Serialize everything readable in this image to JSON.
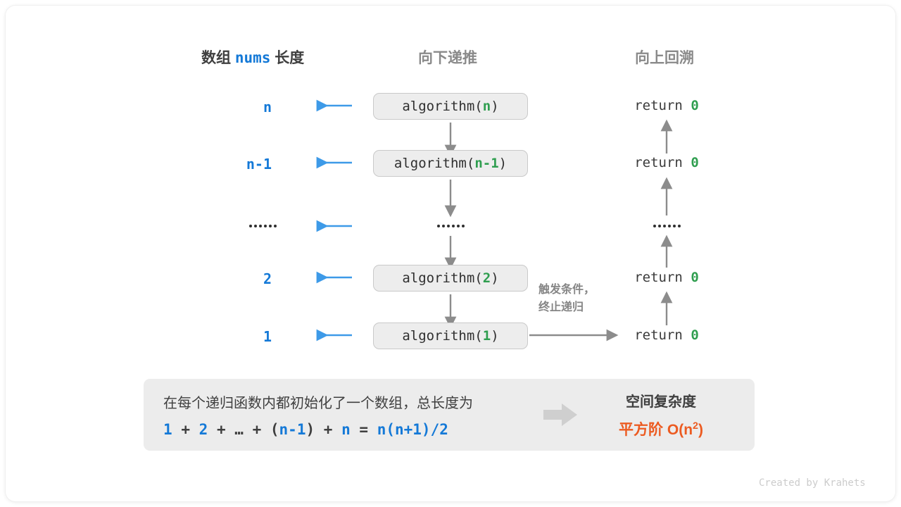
{
  "headers": {
    "left_prefix": "数组",
    "left_keyword": "nums",
    "left_suffix": "长度",
    "middle": "向下递推",
    "right": "向上回溯"
  },
  "rows": [
    {
      "length": "n",
      "call_name": "algorithm",
      "call_arg": "n",
      "return_text": "return",
      "return_value": "0",
      "is_ellipsis": false
    },
    {
      "length": "n-1",
      "call_name": "algorithm",
      "call_arg": "n-1",
      "return_text": "return",
      "return_value": "0",
      "is_ellipsis": false
    },
    {
      "length": "······",
      "call_name": "",
      "call_arg": "",
      "return_text": "",
      "return_value": "",
      "is_ellipsis": true
    },
    {
      "length": "2",
      "call_name": "algorithm",
      "call_arg": "2",
      "return_text": "return",
      "return_value": "0",
      "is_ellipsis": false
    },
    {
      "length": "1",
      "call_name": "algorithm",
      "call_arg": "1",
      "return_text": "return",
      "return_value": "0",
      "is_ellipsis": false
    }
  ],
  "note": {
    "line1": "触发条件，",
    "line2": "终止递归"
  },
  "summary": {
    "description": "在每个递归函数内都初始化了一个数组，总长度为",
    "formula": {
      "t1": "1",
      "o1": "+",
      "t2": "2",
      "o2": "+",
      "t3": "…",
      "o3": "+",
      "p_open": "(",
      "t4": "n-1",
      "p_close": ")",
      "o4": "+",
      "t5": "n",
      "eq": "=",
      "t6": "n(n+1)/2"
    },
    "result_title": "空间复杂度",
    "result_label": "平方阶",
    "result_notation_base": "O(n",
    "result_notation_sup": "2",
    "result_notation_tail": ")"
  },
  "credit": "Created by Krahets",
  "colors": {
    "blue": "#1479d7",
    "green": "#2f9e4f",
    "orange": "#ec5b21",
    "gray_arrow": "#8c8c8c",
    "box_fill": "#ededed",
    "panel_fill": "#ececec"
  }
}
